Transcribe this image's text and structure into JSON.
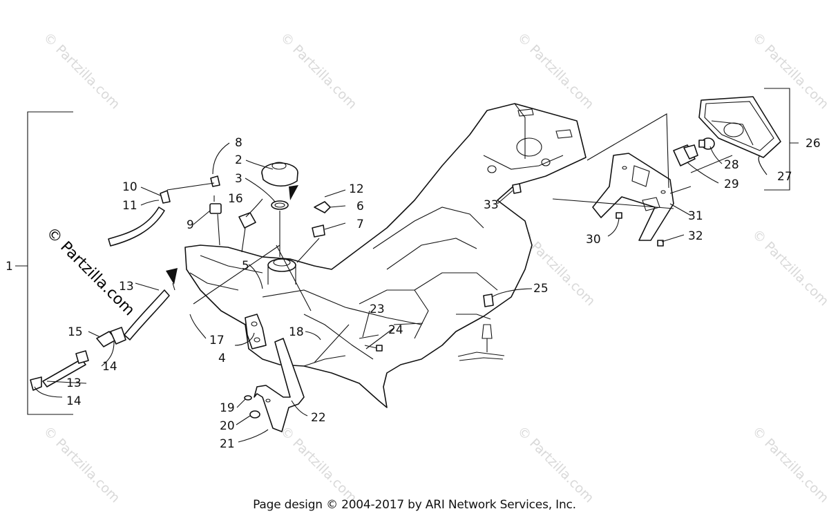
{
  "watermark": {
    "text": "© Partzilla.com"
  },
  "callouts": {
    "c1": "1",
    "c2": "2",
    "c3": "3",
    "c4": "4",
    "c5": "5",
    "c6": "6",
    "c7": "7",
    "c8": "8",
    "c9": "9",
    "c10": "10",
    "c11": "11",
    "c12": "12",
    "c13a": "13",
    "c13b": "13",
    "c14a": "14",
    "c14b": "14",
    "c15": "15",
    "c16": "16",
    "c17": "17",
    "c18": "18",
    "c19": "19",
    "c20": "20",
    "c21": "21",
    "c22": "22",
    "c23": "23",
    "c24": "24",
    "c25": "25",
    "c26": "26",
    "c27": "27",
    "c28": "28",
    "c29": "29",
    "c30": "30",
    "c31": "31",
    "c32": "32",
    "c33": "33"
  },
  "footer": {
    "text": "Page design © 2004-2017 by ARI Network Services, Inc."
  }
}
